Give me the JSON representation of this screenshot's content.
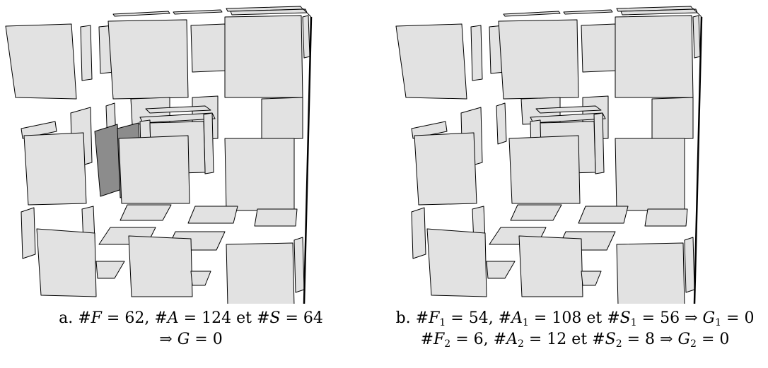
{
  "panels": [
    {
      "id": "a",
      "caption": {
        "prefix": "a.",
        "F_label": "F",
        "F_value": "62",
        "A_label": "A",
        "A_value": "124",
        "et": "et",
        "S_label": "S",
        "S_value": "64",
        "implies": "⇒",
        "G_label": "G",
        "G_value": "0"
      }
    },
    {
      "id": "b",
      "caption": {
        "prefix": "b.",
        "F1_label": "F",
        "F1_sub": "1",
        "F1_value": "54",
        "A1_label": "A",
        "A1_sub": "1",
        "A1_value": "108",
        "et1": "et",
        "S1_label": "S",
        "S1_sub": "1",
        "S1_value": "56",
        "implies1": "⇒",
        "G1_label": "G",
        "G1_sub": "1",
        "G1_value": "0",
        "F2_label": "F",
        "F2_sub": "2",
        "F2_value": "6",
        "A2_label": "A",
        "A2_sub": "2",
        "A2_value": "12",
        "et2": "et",
        "S2_label": "S",
        "S2_sub": "2",
        "S2_value": "8",
        "implies2": "⇒",
        "G2_label": "G",
        "G2_sub": "2",
        "G2_value": "0"
      }
    }
  ],
  "colors": {
    "face": "#e2e2e2",
    "face_dark": "#8c8c8c",
    "stroke": "#000000",
    "background": "#ffffff"
  }
}
